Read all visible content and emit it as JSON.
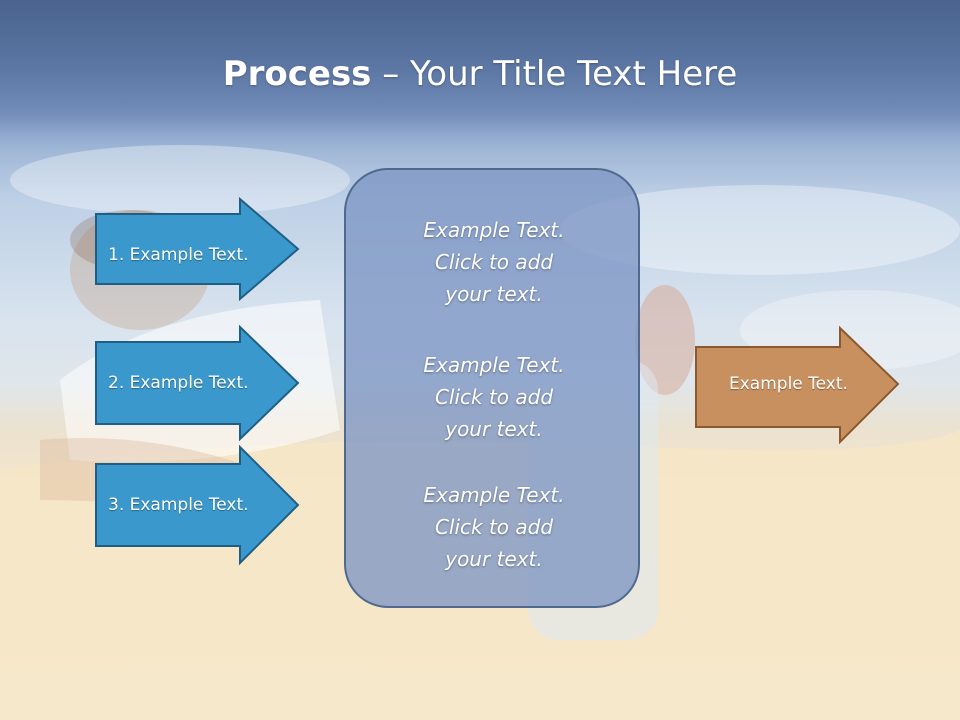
{
  "slide": {
    "title_bold": "Process",
    "title_rest": " – Your Title Text Here"
  },
  "steps": [
    {
      "label": "1. Example Text."
    },
    {
      "label": "2. Example Text."
    },
    {
      "label": "3. Example Text."
    }
  ],
  "center_texts": [
    {
      "line1": "Example Text.",
      "line2": "Click  to add",
      "line3": "your text."
    },
    {
      "line1": "Example Text.",
      "line2": "Click  to add",
      "line3": "your text."
    },
    {
      "line1": "Example Text.",
      "line2": "Click  to add",
      "line3": "your text."
    }
  ],
  "output": {
    "label": "Example Text."
  },
  "colors": {
    "step_fill": "#3a98cc",
    "step_stroke": "#1f5f86",
    "center_fill": "#7e96c4",
    "center_stroke": "#4f6a8e",
    "output_fill": "#c8905f",
    "output_stroke": "#8a5a2e"
  }
}
